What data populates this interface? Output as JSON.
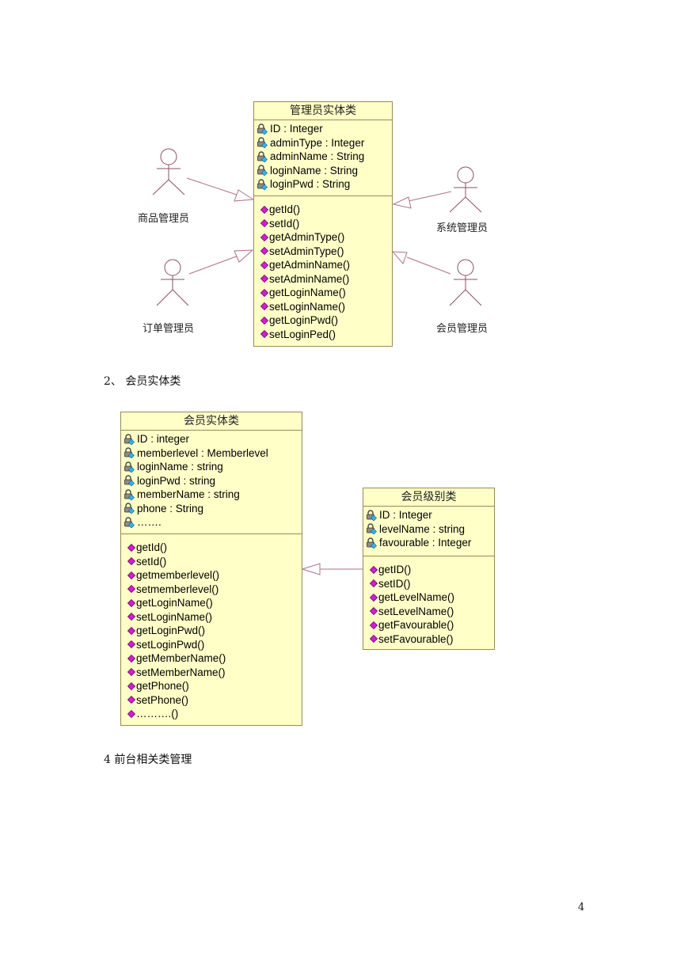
{
  "diagram1": {
    "class": {
      "title": "管理员实体类",
      "attributes": [
        "ID : Integer",
        "adminType : Integer",
        "adminName : String",
        "loginName : String",
        "loginPwd : String"
      ],
      "operations": [
        "getId()",
        "setId()",
        "getAdminType()",
        "setAdminType()",
        "getAdminName()",
        "setAdminName()",
        "getLoginName()",
        "setLoginName()",
        "getLoginPwd()",
        "setLoginPed()"
      ]
    },
    "actors": {
      "goods": "商品管理员",
      "order": "订单管理员",
      "system": "系统管理员",
      "member": "会员管理员"
    }
  },
  "section2_heading": "2、 会员实体类",
  "diagram2": {
    "member_class": {
      "title": "会员实体类",
      "attributes": [
        "ID : integer",
        "memberlevel : Memberlevel",
        "loginName : string",
        "loginPwd : string",
        "memberName : string",
        "phone : String",
        "……."
      ],
      "operations": [
        "getId()",
        "setId()",
        "getmemberlevel()",
        "setmemberlevel()",
        "getLoginName()",
        "setLoginName()",
        "getLoginPwd()",
        "setLoginPwd()",
        "getMemberName()",
        "setMemberName()",
        "getPhone()",
        "setPhone()",
        "……….()"
      ]
    },
    "level_class": {
      "title": "会员级别类",
      "attributes": [
        "ID : Integer",
        "levelName : string",
        "favourable : Integer"
      ],
      "operations": [
        "getID()",
        "setID()",
        "getLevelName()",
        "setLevelName()",
        "getFavourable()",
        "setFavourable()"
      ]
    }
  },
  "section4_heading": "4 前台相关类管理",
  "page_number": "4"
}
